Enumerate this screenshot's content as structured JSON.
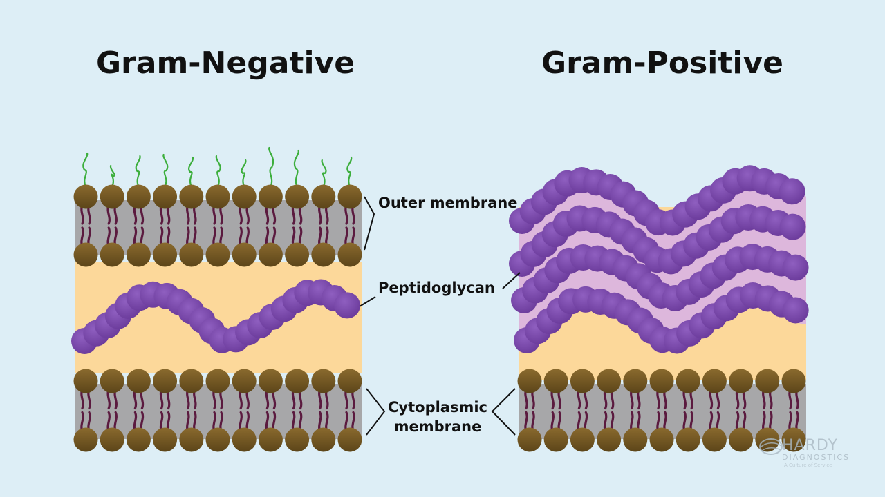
{
  "titles": {
    "left": "Gram-Negative",
    "right": "Gram-Positive"
  },
  "labels": {
    "outer_membrane": "Outer membrane",
    "peptidoglycan": "Peptidoglycan",
    "cytoplasmic_line1": "Cytoplasmic",
    "cytoplasmic_line2": "membrane"
  },
  "logo": {
    "name": "HARDY",
    "sub": "DIAGNOSTICS",
    "tagline": "A Culture of Service"
  },
  "colors": {
    "background": "#ddeef6",
    "lipid_head": "#6e5524",
    "lipid_tail": "#5b1a3f",
    "membrane_core": "#a7a7a9",
    "periplasm": "#fcd89a",
    "peptidoglycan": "#7b4aa8",
    "peptidoglycan_matrix": "#ddb7dc",
    "lps_chain": "#3cae3c"
  }
}
